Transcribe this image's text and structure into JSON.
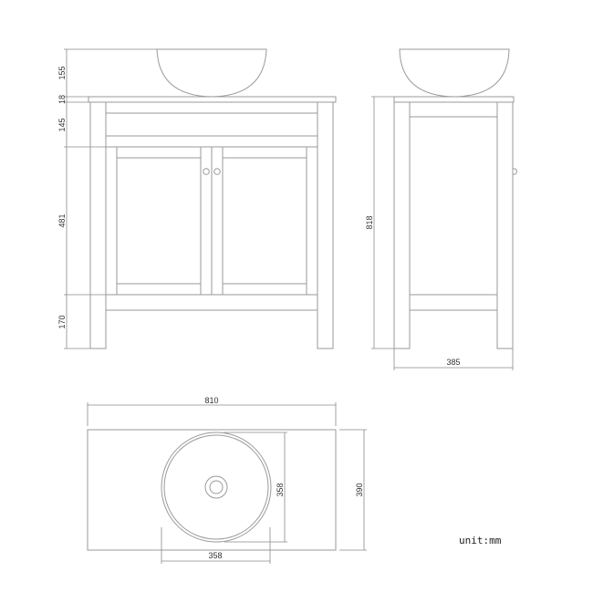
{
  "colors": {
    "background": "#ffffff",
    "line": "#9a9a9a",
    "text": "#333333"
  },
  "front_view": {
    "dimensions": {
      "bowl_height": "155",
      "top_thickness": "18",
      "drawer_rail_height": "145",
      "door_height": "481",
      "leg_clearance": "170"
    }
  },
  "side_view": {
    "dimensions": {
      "total_height": "818",
      "depth": "385"
    }
  },
  "top_view": {
    "dimensions": {
      "width": "810",
      "depth": "390",
      "bowl_diameter_vertical": "358",
      "bowl_diameter_horizontal": "358"
    }
  },
  "unit_label": "unit:mm"
}
